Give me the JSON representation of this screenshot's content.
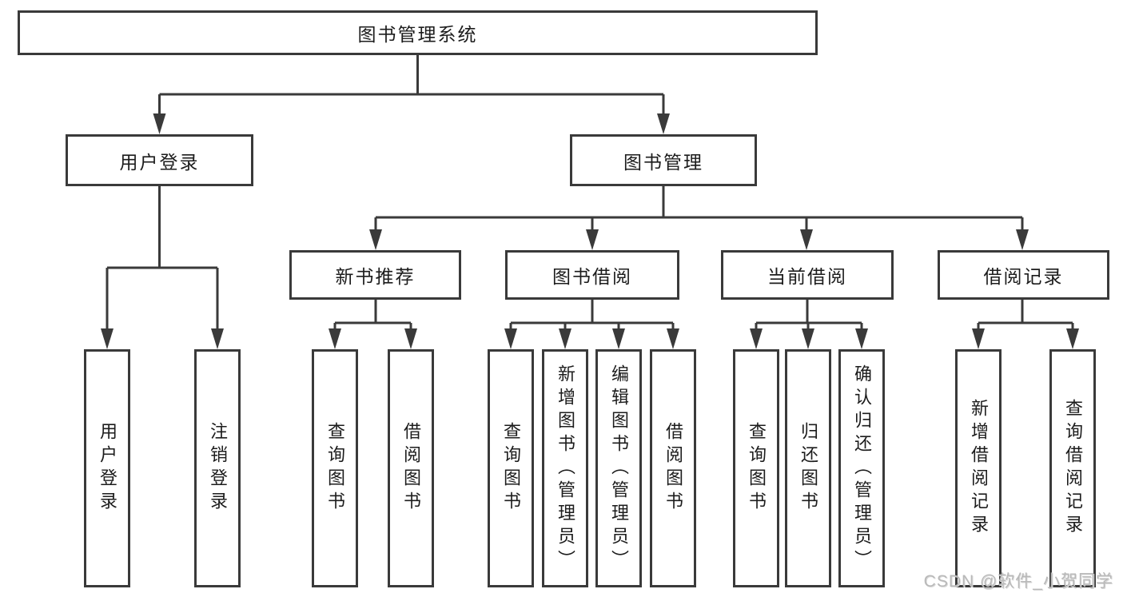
{
  "diagram": {
    "root": {
      "label": "图书管理系统"
    },
    "level2": [
      {
        "key": "user-login",
        "label": "用户登录"
      },
      {
        "key": "book-management",
        "label": "图书管理"
      }
    ],
    "level3": [
      {
        "key": "new-book-recommend",
        "label": "新书推荐",
        "parent": "book-management"
      },
      {
        "key": "book-borrowing",
        "label": "图书借阅",
        "parent": "book-management"
      },
      {
        "key": "current-borrowing",
        "label": "当前借阅",
        "parent": "book-management"
      },
      {
        "key": "borrow-records",
        "label": "借阅记录",
        "parent": "book-management"
      }
    ],
    "leaves": [
      {
        "group": "user-login",
        "label": "用户登录"
      },
      {
        "group": "user-login",
        "label": "注销登录"
      },
      {
        "group": "new-book-recommend",
        "label": "查询图书"
      },
      {
        "group": "new-book-recommend",
        "label": "借阅图书"
      },
      {
        "group": "book-borrowing",
        "label": "查询图书"
      },
      {
        "group": "book-borrowing",
        "label": "新增图书（管理员）"
      },
      {
        "group": "book-borrowing",
        "label": "编辑图书（管理员）"
      },
      {
        "group": "book-borrowing",
        "label": "借阅图书"
      },
      {
        "group": "current-borrowing",
        "label": "查询图书"
      },
      {
        "group": "current-borrowing",
        "label": "归还图书"
      },
      {
        "group": "current-borrowing",
        "label": "确认归还（管理员）"
      },
      {
        "group": "borrow-records",
        "label": "新增借阅记录"
      },
      {
        "group": "borrow-records",
        "label": "查询借阅记录"
      }
    ]
  },
  "watermark": {
    "text": "CSDN @软件_小贺同学"
  },
  "colors": {
    "line": "#3a3a3a",
    "text": "#1c1c1c",
    "background": "#ffffff",
    "watermark": "#b9b9b9"
  }
}
